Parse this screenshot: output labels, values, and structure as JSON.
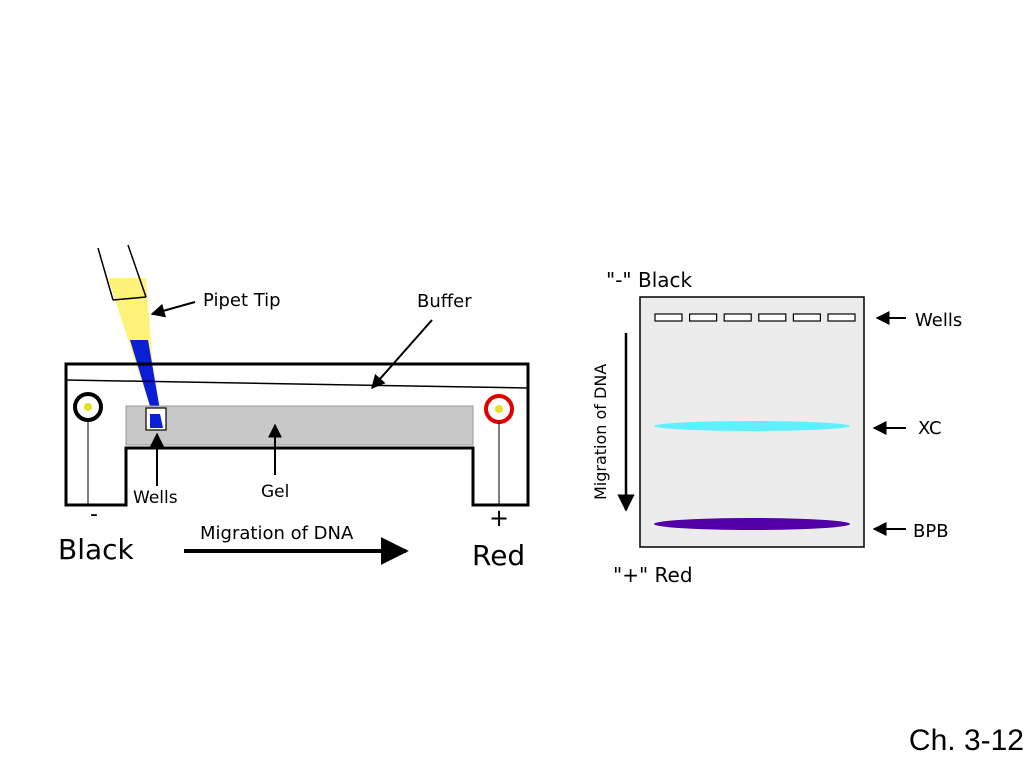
{
  "left_diagram": {
    "pipet_tip_label": "Pipet Tip",
    "buffer_label": "Buffer",
    "wells_label": "Wells",
    "gel_label": "Gel",
    "minus_sign": "-",
    "plus_sign": "+",
    "black_label": "Black",
    "red_label": "Red",
    "migration_label": "Migration of DNA"
  },
  "right_diagram": {
    "top_label": "\"-\" Black",
    "bottom_label": "\"+\" Red",
    "wells_label": "Wells",
    "xc_label": "XC",
    "bpb_label": "BPB",
    "migration_label": "Migration of DNA",
    "well_count": 6
  },
  "colors": {
    "black_electrode": "#000000",
    "red_electrode": "#e00000",
    "electrode_core": "#e8e020",
    "pipet_tip": "#fff27a",
    "sample_dye": "#0a1ed6",
    "gel": "#c8c8c8",
    "gel_panel": "#ececec",
    "xc_band": "#5ff0ff",
    "bpb_band": "#5200a8"
  },
  "slide_number": "Ch. 3-12"
}
